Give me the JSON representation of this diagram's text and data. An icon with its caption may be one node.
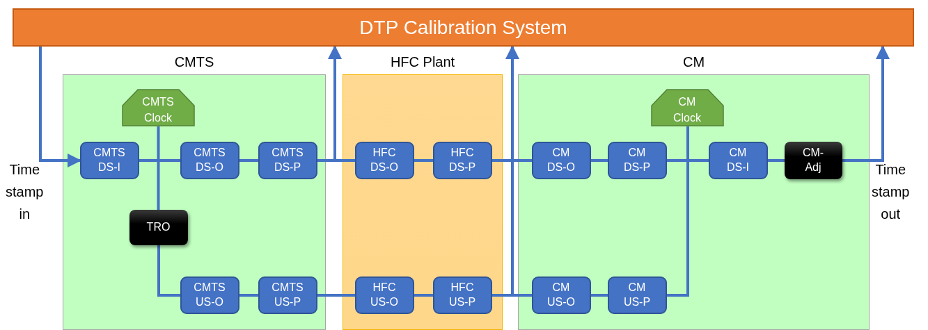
{
  "diagram": {
    "nodes": [
      {
        "text": [
          "DTP Calibration System"
        ]
      },
      {
        "text": [
          "CMTS"
        ]
      },
      {
        "text": [
          "CMTS Clock"
        ],
        "in": 1
      },
      {
        "text": [
          "CMTS DS-I"
        ],
        "in": 1
      },
      {
        "text": [
          "CMTS DS-O"
        ],
        "in": 1
      },
      {
        "text": [
          "CMTS DS-P"
        ],
        "in": 1
      },
      {
        "text": [
          "TRO"
        ],
        "in": 1
      },
      {
        "text": [
          "CMTS US-O"
        ],
        "in": 1
      },
      {
        "text": [
          "CMTS US-P"
        ],
        "in": 1
      },
      {
        "text": [
          "HFC Plant"
        ]
      },
      {
        "text": [
          "HFC DS-O"
        ],
        "in": 9
      },
      {
        "text": [
          "HFC DS-P"
        ],
        "in": 9
      },
      {
        "text": [
          "HFC US-O"
        ],
        "in": 9
      },
      {
        "text": [
          "HFC US-P"
        ],
        "in": 9
      },
      {
        "text": [
          "CM"
        ]
      },
      {
        "text": [
          "CM Clock"
        ],
        "in": 14
      },
      {
        "text": [
          "CM DS-O"
        ],
        "in": 14
      },
      {
        "text": [
          "CM DS-P"
        ],
        "in": 14
      },
      {
        "text": [
          "CM DS-I"
        ],
        "in": 14
      },
      {
        "text": [
          "CM-Adj"
        ],
        "in": 14
      },
      {
        "text": [
          "CM US-O"
        ],
        "in": 14
      },
      {
        "text": [
          "CM US-P"
        ],
        "in": 14
      }
    ],
    "edges": [
      {
        "from": 0,
        "to": 3,
        "arrow": "to"
      },
      {
        "from": 3,
        "to": 4,
        "arrow": "none"
      },
      {
        "from": 4,
        "to": 5,
        "arrow": "none"
      },
      {
        "from": 5,
        "to": 10,
        "arrow": "none"
      },
      {
        "from": 5,
        "to": 0,
        "arrow": "to"
      },
      {
        "from": 10,
        "to": 11,
        "arrow": "none"
      },
      {
        "from": 11,
        "to": 16,
        "arrow": "none"
      },
      {
        "from": 13,
        "to": 0,
        "arrow": "to"
      },
      {
        "from": 16,
        "to": 17,
        "arrow": "none"
      },
      {
        "from": 17,
        "to": 18,
        "arrow": "none"
      },
      {
        "from": 18,
        "to": 19,
        "arrow": "none"
      },
      {
        "from": 19,
        "to": 0,
        "arrow": "to"
      },
      {
        "from": 2,
        "to": 6,
        "arrow": "none"
      },
      {
        "from": 6,
        "to": 7,
        "arrow": "none"
      },
      {
        "from": 7,
        "to": 8,
        "arrow": "none"
      },
      {
        "from": 8,
        "to": 12,
        "arrow": "none"
      },
      {
        "from": 12,
        "to": 13,
        "arrow": "none"
      },
      {
        "from": 13,
        "to": 20,
        "arrow": "none"
      },
      {
        "from": 20,
        "to": 21,
        "arrow": "none"
      },
      {
        "from": 15,
        "to": 21,
        "arrow": "none"
      }
    ],
    "labels": [
      "Time stamp in",
      "Time stamp out"
    ]
  }
}
